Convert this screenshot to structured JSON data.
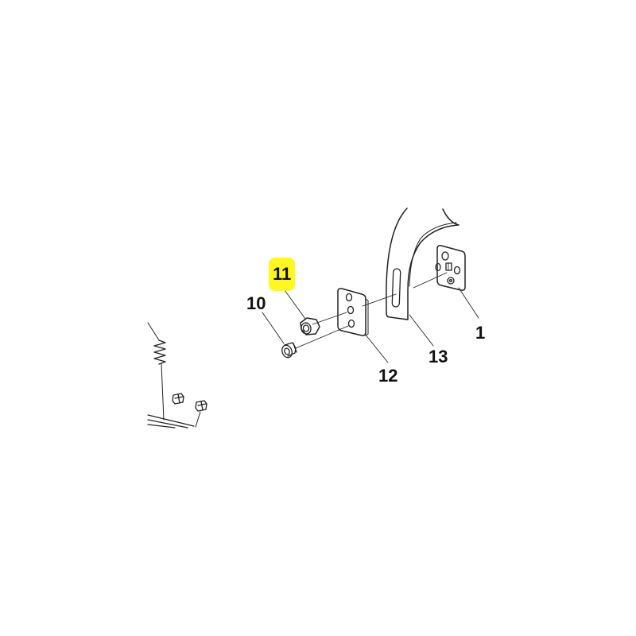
{
  "diagram": {
    "type": "exploded-parts-view",
    "highlight_color": "#fff81e",
    "callouts": [
      {
        "id": "callout-11",
        "label": "11",
        "highlighted": true
      },
      {
        "id": "callout-10",
        "label": "10",
        "highlighted": false
      },
      {
        "id": "callout-12",
        "label": "12",
        "highlighted": false
      },
      {
        "id": "callout-13",
        "label": "13",
        "highlighted": false
      },
      {
        "id": "callout-1",
        "label": "1",
        "highlighted": false
      }
    ],
    "parts": [
      {
        "callout": "1",
        "shape": "mounting-plate"
      },
      {
        "callout": "10",
        "shape": "bolt"
      },
      {
        "callout": "11",
        "shape": "hex-nut"
      },
      {
        "callout": "12",
        "shape": "spacer-plate"
      },
      {
        "callout": "13",
        "shape": "curved-bracket"
      }
    ]
  }
}
